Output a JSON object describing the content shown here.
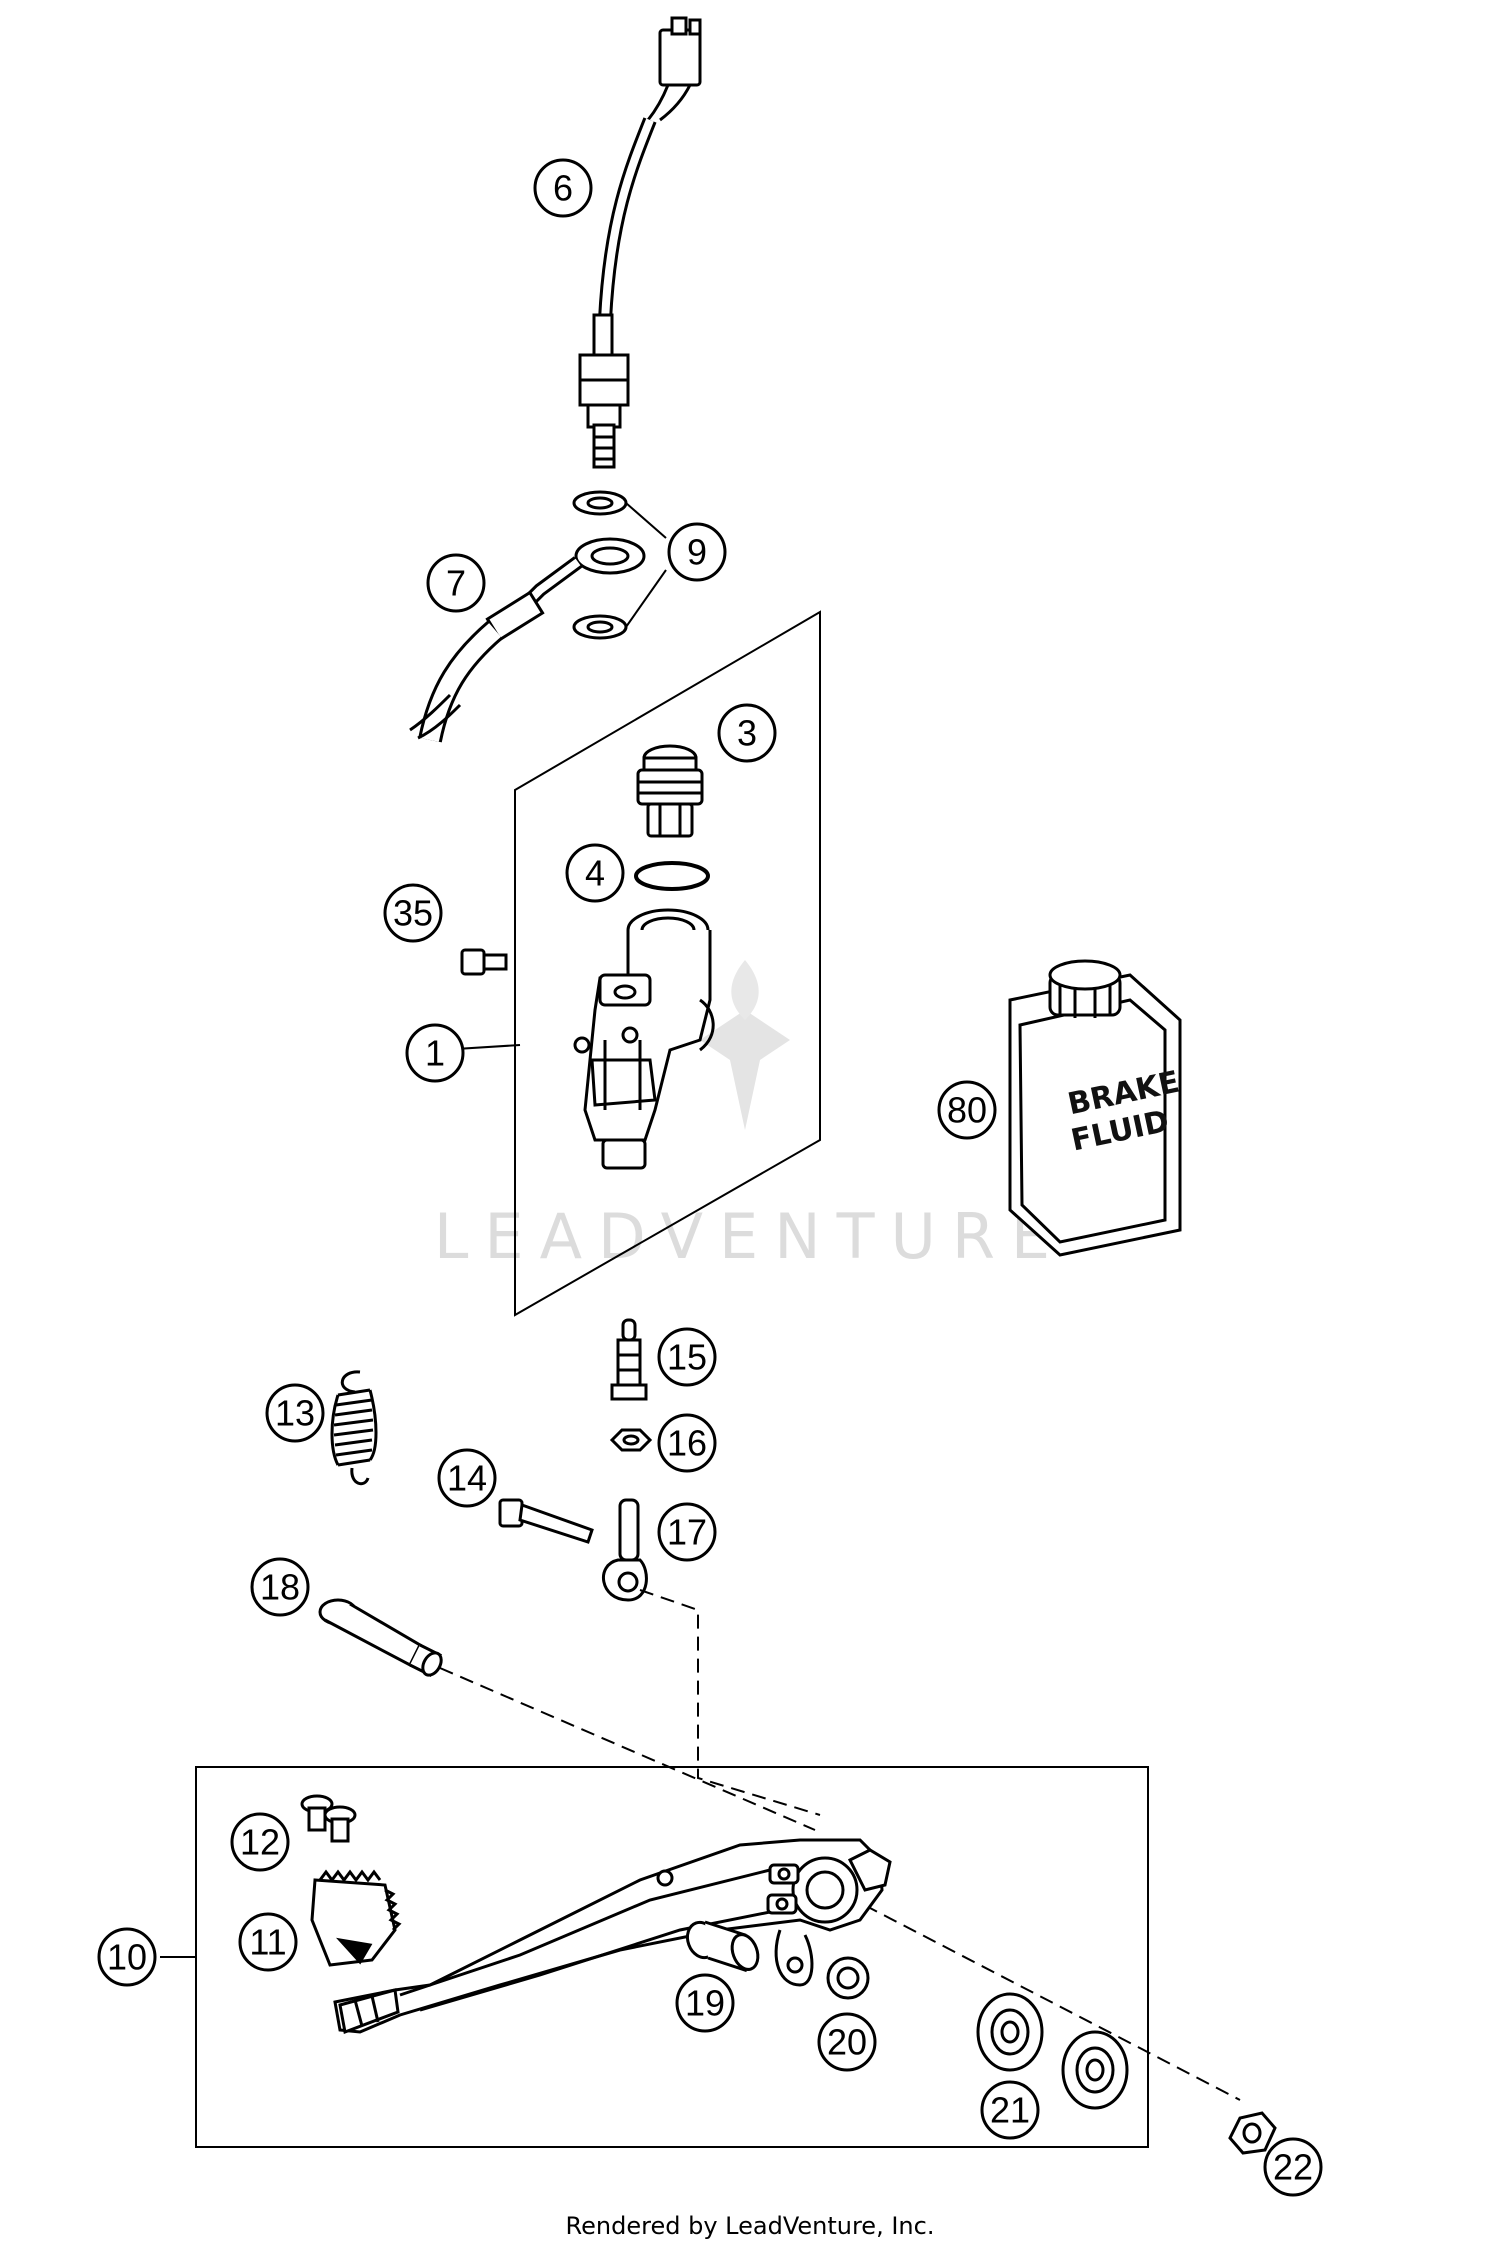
{
  "watermark": {
    "text": "LEADVENTURE"
  },
  "footer": {
    "text": "Rendered by LeadVenture, Inc."
  },
  "product_labels": {
    "line1": "BRAKE",
    "line2": "FLUID"
  },
  "callouts": [
    {
      "id": "6",
      "label": "6"
    },
    {
      "id": "9",
      "label": "9"
    },
    {
      "id": "7",
      "label": "7"
    },
    {
      "id": "3",
      "label": "3"
    },
    {
      "id": "4",
      "label": "4"
    },
    {
      "id": "35",
      "label": "35"
    },
    {
      "id": "1",
      "label": "1"
    },
    {
      "id": "80",
      "label": "80"
    },
    {
      "id": "15",
      "label": "15"
    },
    {
      "id": "13",
      "label": "13"
    },
    {
      "id": "16",
      "label": "16"
    },
    {
      "id": "14",
      "label": "14"
    },
    {
      "id": "17",
      "label": "17"
    },
    {
      "id": "18",
      "label": "18"
    },
    {
      "id": "12",
      "label": "12"
    },
    {
      "id": "11",
      "label": "11"
    },
    {
      "id": "10",
      "label": "10"
    },
    {
      "id": "19",
      "label": "19"
    },
    {
      "id": "20",
      "label": "20"
    },
    {
      "id": "21",
      "label": "21"
    },
    {
      "id": "22",
      "label": "22"
    }
  ]
}
